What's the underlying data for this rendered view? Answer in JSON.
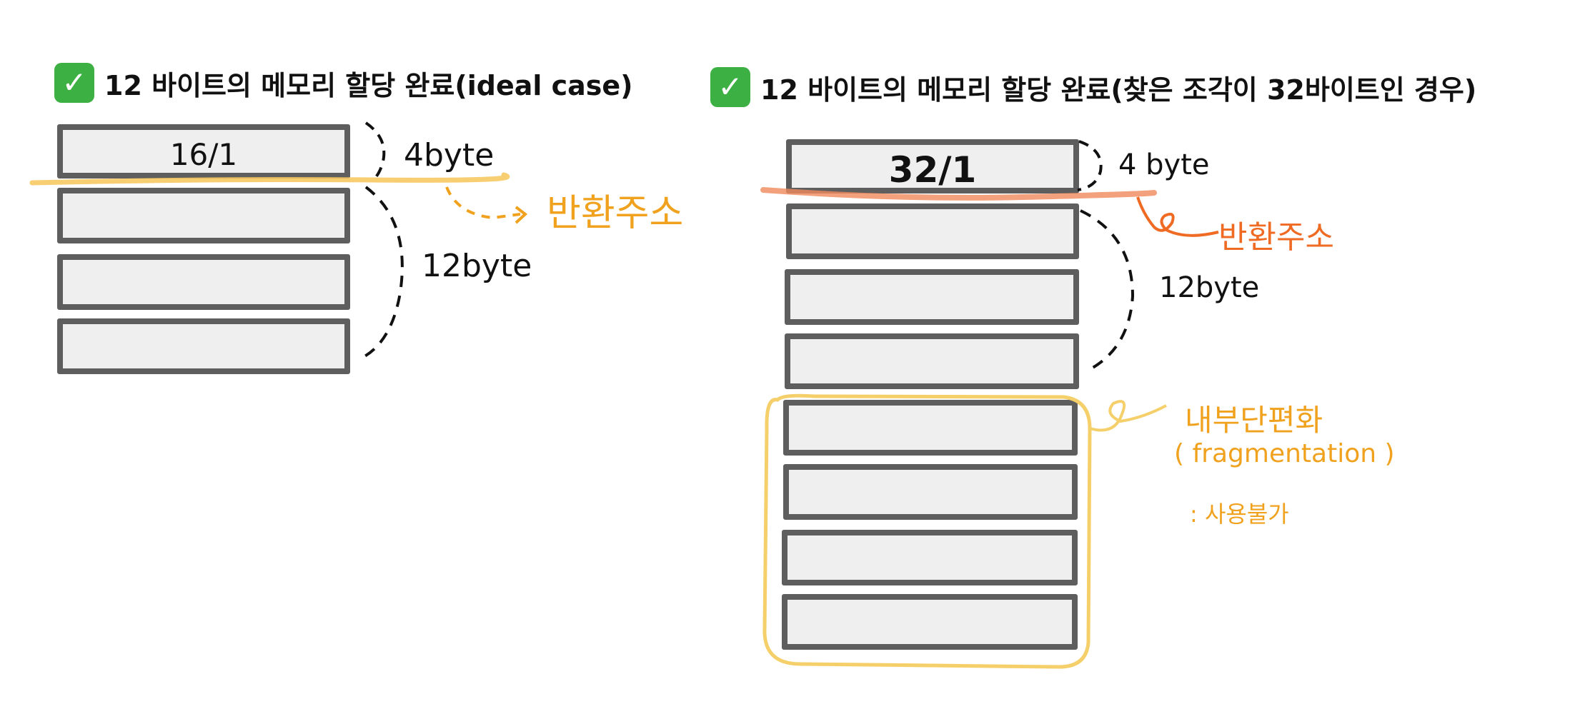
{
  "left": {
    "title": "12 바이트의 메모리 할당 완료(ideal case)",
    "header_label": "16/1",
    "labels": {
      "header_size": "4byte",
      "payload_size": "12byte",
      "return_address": "반환주소"
    }
  },
  "right": {
    "title": "12 바이트의 메모리 할당 완료(찾은 조각이 32바이트인 경우)",
    "header_label": "32/1",
    "labels": {
      "header_size": "4 byte",
      "payload_size": "12byte",
      "return_address": "반환주소",
      "fragmentation_title": "내부단편화",
      "fragmentation_en": "( fragmentation )",
      "fragmentation_note": ": 사용불가"
    }
  },
  "colors": {
    "check": "#3cb043",
    "block_border": "#5e5e5e",
    "block_fill": "#efefef",
    "highlight_left": "#f7c65a",
    "highlight_right": "#f08a5b",
    "orange_text": "#f0a21e",
    "redorange_text": "#ef6a22",
    "fragment_outline": "#f5cf6a"
  },
  "icons": {
    "title_check": "check-mark-icon"
  }
}
